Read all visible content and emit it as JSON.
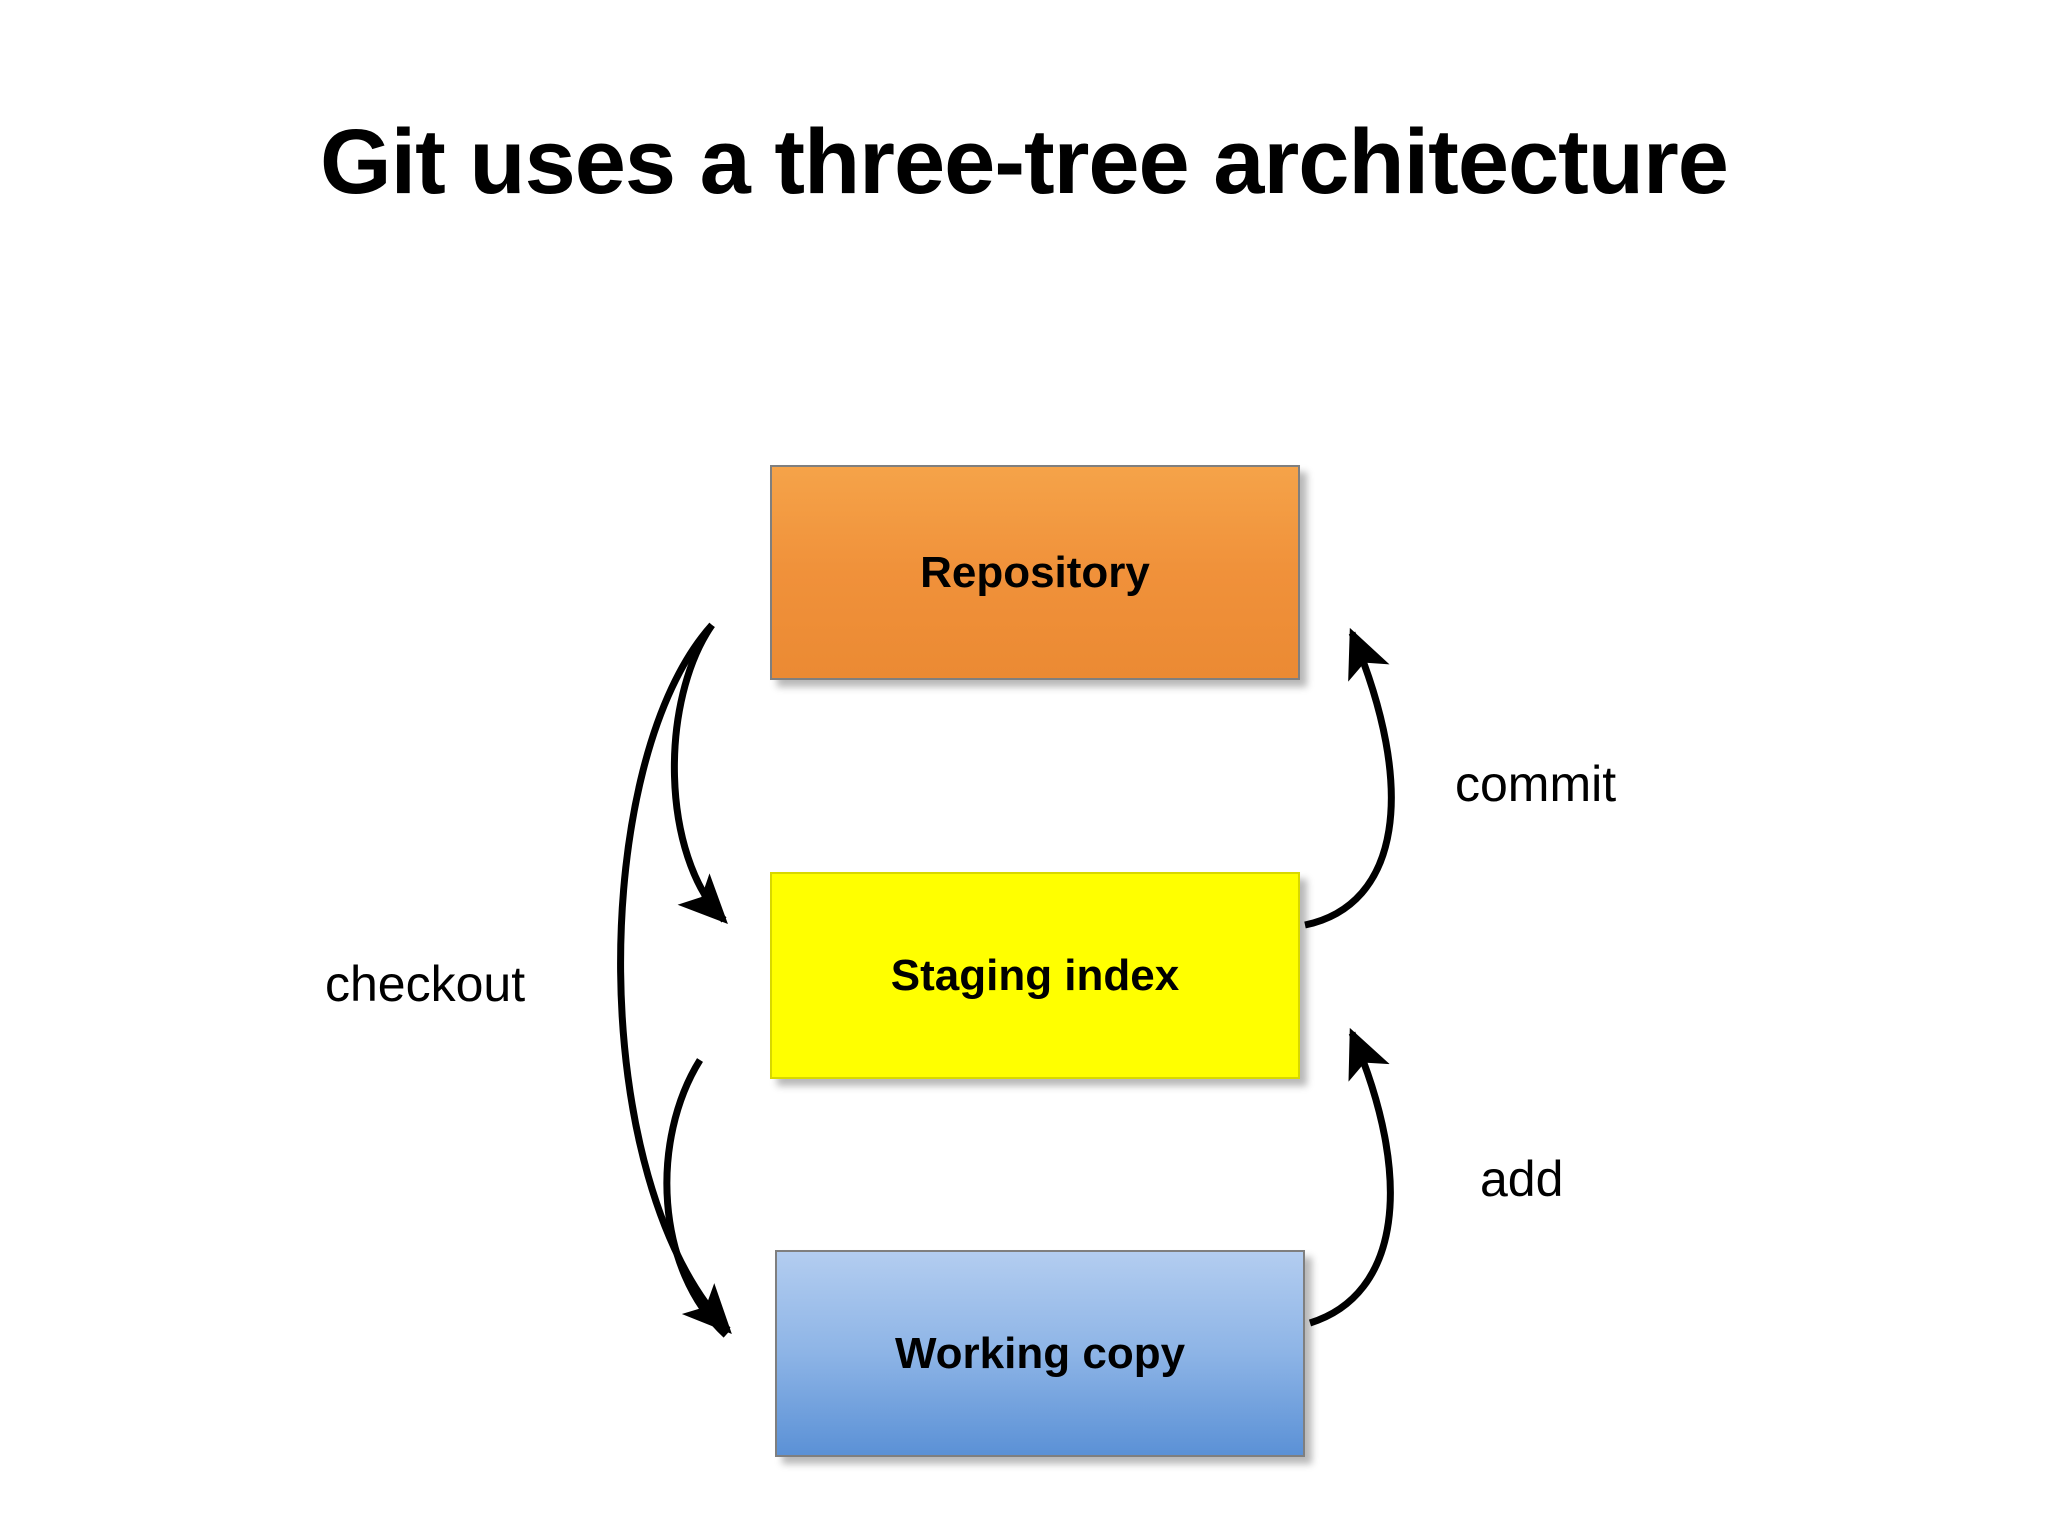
{
  "slide": {
    "title": "Git uses a three-tree architecture",
    "background_color": "#ffffff"
  },
  "diagram": {
    "nodes": [
      {
        "id": "repository",
        "label": "Repository",
        "color": "#ef8e36",
        "text_color": "#000000"
      },
      {
        "id": "staging-index",
        "label": "Staging index",
        "color": "#ffff00",
        "text_color": "#000000"
      },
      {
        "id": "working-copy",
        "label": "Working copy",
        "color": "#7fa9df",
        "text_color": "#000000"
      }
    ],
    "edges": [
      {
        "id": "commit",
        "label": "commit",
        "from": "staging-index",
        "to": "repository"
      },
      {
        "id": "add",
        "label": "add",
        "from": "working-copy",
        "to": "staging-index"
      },
      {
        "id": "checkout",
        "label": "checkout",
        "from": "repository",
        "to": "staging-index and working-copy"
      }
    ],
    "arrow_color": "#000000"
  }
}
